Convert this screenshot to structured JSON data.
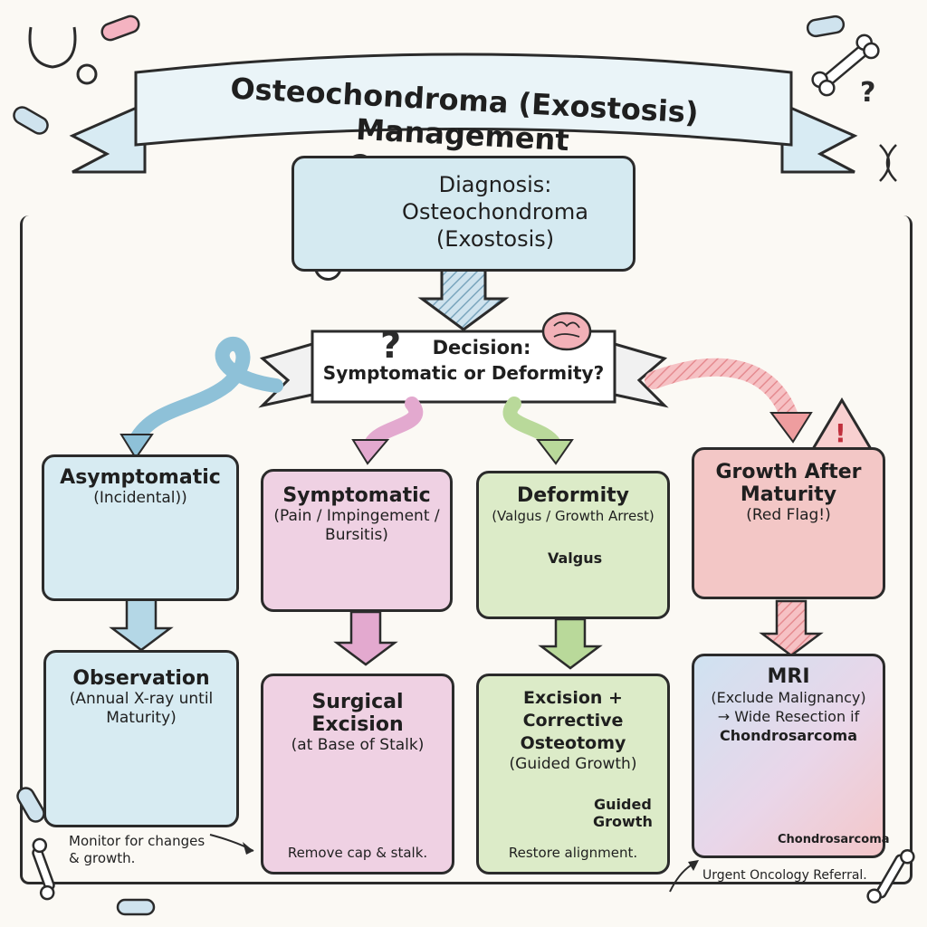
{
  "title": "Osteochondroma (Exostosis) Management",
  "diagnosis": {
    "label": "Diagnosis:",
    "line1": "Osteochondroma",
    "line2": "(Exostosis)"
  },
  "decision": {
    "line1": "Decision:",
    "line2": "Symptomatic or Deformity?"
  },
  "branches": [
    {
      "title": "Asymptomatic",
      "sub": "(Incidental))"
    },
    {
      "title": "Symptomatic",
      "sub1": "(Pain / Impingement /",
      "sub2": "Bursitis)"
    },
    {
      "title": "Deformity",
      "sub": "(Valgus / Growth Arrest)",
      "tag": "Valgus"
    },
    {
      "title1": "Growth After",
      "title2": "Maturity",
      "sub": "(Red Flag!)"
    }
  ],
  "outcomes": [
    {
      "title": "Observation",
      "sub1": "(Annual X-ray until",
      "sub2": "Maturity)",
      "note1": "Monitor for changes",
      "note2": "& growth."
    },
    {
      "title": "Surgical Excision",
      "sub": "(at Base of Stalk)",
      "note": "Remove cap & stalk."
    },
    {
      "title1": "Excision + Corrective",
      "title2": "Osteotomy",
      "sub": "(Guided Growth)",
      "tag1": "Guided",
      "tag2": "Growth",
      "note": "Restore alignment."
    },
    {
      "title": "MRI",
      "sub1": "(Exclude Malignancy)",
      "sub2": "→ Wide Resection if",
      "sub3": "Chondrosarcoma",
      "tag": "Chondrosarcoma",
      "note": "Urgent Oncology Referral."
    }
  ],
  "colors": {
    "blue": "#bcdbe8",
    "pink": "#e3a9cf",
    "green": "#b9d99a",
    "red": "#ee9d9f",
    "ink": "#2b2b2b"
  }
}
